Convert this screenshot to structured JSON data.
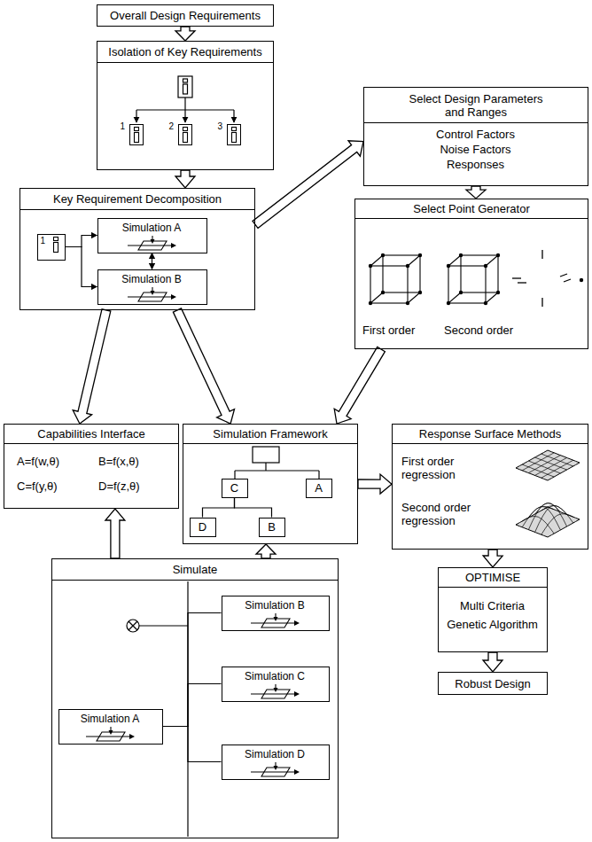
{
  "diagram": {
    "nodes": [
      {
        "text": [
          "Overall Design Requirements"
        ]
      },
      {
        "text": [
          "Isolation of Key Requirements"
        ]
      },
      {
        "text": [
          "1"
        ],
        "in": 1
      },
      {
        "text": [
          "2"
        ],
        "in": 1
      },
      {
        "text": [
          "3"
        ],
        "in": 1
      },
      {
        "text": [
          "Select Design Parameters and Ranges",
          "Control Factors",
          "Noise Factors",
          "Responses"
        ]
      },
      {
        "text": [
          "Key Requirement Decomposition"
        ]
      },
      {
        "text": [
          "1"
        ],
        "in": 6
      },
      {
        "text": [
          "Simulation A"
        ],
        "in": 6
      },
      {
        "text": [
          "Simulation B"
        ],
        "in": 6
      },
      {
        "text": [
          "Select Point Generator",
          "First order",
          "Second order"
        ]
      },
      {
        "text": [
          "Capabilities Interface",
          "A=f(w,θ)",
          "B=f(x,θ)",
          "C=f(y,θ)",
          "D=f(z,θ)"
        ]
      },
      {
        "text": [
          "Simulation Framework"
        ]
      },
      {
        "text": [
          "C"
        ],
        "in": 12
      },
      {
        "text": [
          "A"
        ],
        "in": 12
      },
      {
        "text": [
          "D"
        ],
        "in": 12
      },
      {
        "text": [
          "B"
        ],
        "in": 12
      },
      {
        "text": [
          "Response Surface Methods",
          "First order regression",
          "Second order regression"
        ]
      },
      {
        "text": [
          "OPTIMISE",
          "Multi Criteria",
          "Genetic Algorithm"
        ]
      },
      {
        "text": [
          "Robust Design"
        ]
      },
      {
        "text": [
          "Simulate"
        ]
      },
      {
        "text": [
          "Simulation B"
        ],
        "in": 20
      },
      {
        "text": [
          "Simulation C"
        ],
        "in": 20
      },
      {
        "text": [
          "Simulation D"
        ],
        "in": 20
      },
      {
        "text": [
          "Simulation A"
        ],
        "in": 20
      }
    ],
    "edges": [
      {
        "from": 0,
        "to": 1,
        "arrow": "to"
      },
      {
        "from": 1,
        "to": 6,
        "arrow": "to"
      },
      {
        "from": 6,
        "to": 5,
        "arrow": "to"
      },
      {
        "from": 5,
        "to": 10,
        "arrow": "to"
      },
      {
        "from": 6,
        "to": 11,
        "arrow": "to"
      },
      {
        "from": 6,
        "to": 12,
        "arrow": "to"
      },
      {
        "from": 10,
        "to": 12,
        "arrow": "to"
      },
      {
        "from": 20,
        "to": 11,
        "arrow": "to"
      },
      {
        "from": 20,
        "to": 12,
        "arrow": "to"
      },
      {
        "from": 12,
        "to": 17,
        "arrow": "to"
      },
      {
        "from": 17,
        "to": 18,
        "arrow": "to"
      },
      {
        "from": 18,
        "to": 19,
        "arrow": "to"
      },
      {
        "from": 7,
        "to": 8,
        "arrow": "to"
      },
      {
        "from": 7,
        "to": 9,
        "arrow": "to"
      },
      {
        "from": 8,
        "to": 9,
        "arrow": "both"
      },
      {
        "from": 13,
        "to": 15,
        "arrow": "none"
      },
      {
        "from": 13,
        "to": 16,
        "arrow": "none"
      },
      {
        "from": 24,
        "to": 21,
        "arrow": "none"
      },
      {
        "from": 24,
        "to": 22,
        "arrow": "none"
      },
      {
        "from": 24,
        "to": 23,
        "arrow": "none"
      }
    ]
  }
}
